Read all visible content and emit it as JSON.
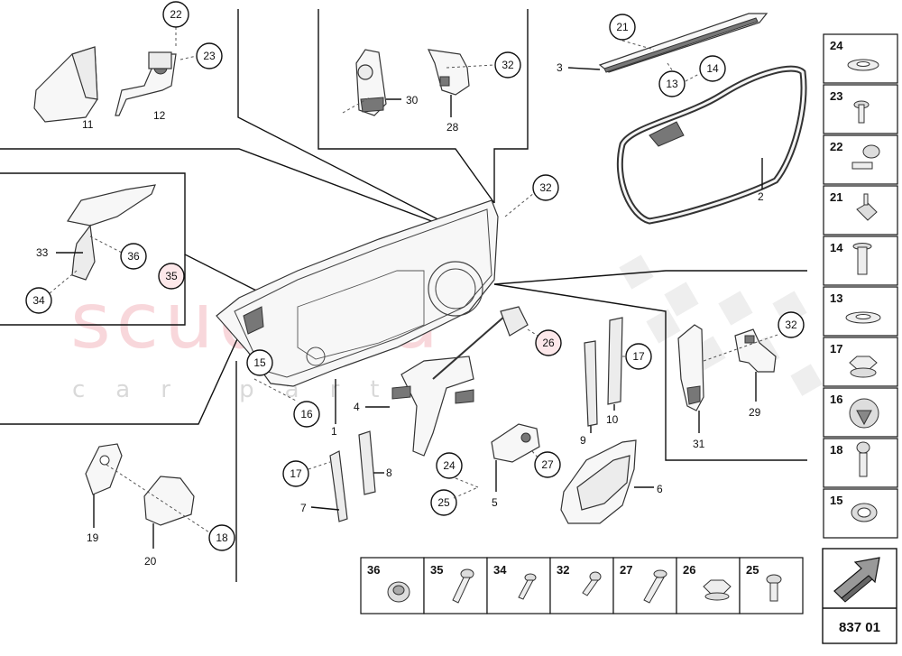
{
  "watermark": {
    "brand": "scuderia",
    "sub": "car parts"
  },
  "callouts": {
    "c22": "22",
    "c23": "23",
    "c11": "11",
    "c12": "12",
    "c30": "30",
    "c28": "28",
    "c32a": "32",
    "c21": "21",
    "c3": "3",
    "c13": "13",
    "c14": "14",
    "c2": "2",
    "c32b": "32",
    "c33": "33",
    "c36": "36",
    "c34": "34",
    "c35": "35",
    "c15": "15",
    "c16": "16",
    "c1": "1",
    "c4": "4",
    "c26": "26",
    "c9": "9",
    "c10": "10",
    "c17a": "17",
    "c32c": "32",
    "c31": "31",
    "c29": "29",
    "c17b": "17",
    "c7": "7",
    "c8": "8",
    "c24": "24",
    "c25": "25",
    "c5": "5",
    "c27": "27",
    "c6": "6",
    "c19": "19",
    "c20": "20",
    "c18": "18"
  },
  "side_legend": [
    "24",
    "23",
    "22",
    "21",
    "14",
    "13",
    "17",
    "16",
    "18",
    "15"
  ],
  "bottom_legend": [
    "36",
    "35",
    "34",
    "32",
    "27",
    "26",
    "25"
  ],
  "reference": "837 01",
  "icons": [
    "washer-icon",
    "screw-icon",
    "clip-icon",
    "grommet-icon",
    "nut-icon",
    "arrow-icon"
  ]
}
